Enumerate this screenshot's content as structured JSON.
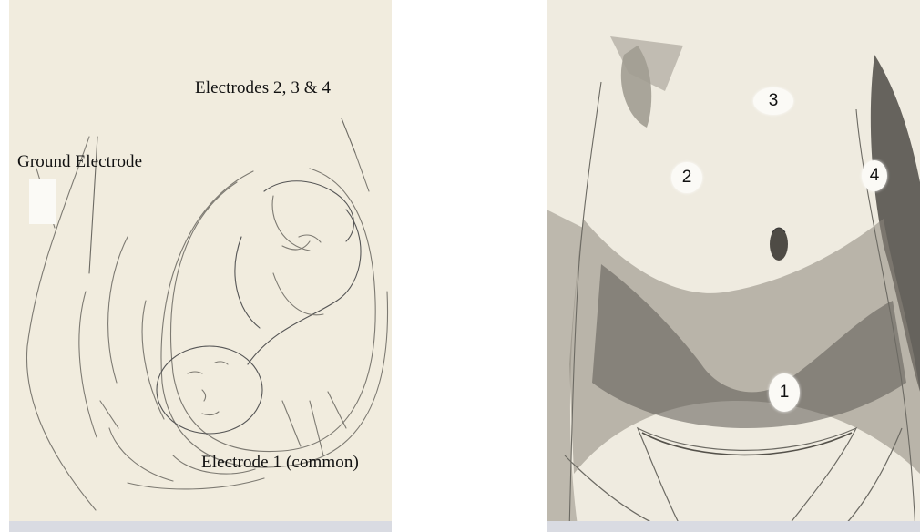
{
  "left_figure": {
    "labels": {
      "electrodes_234": "Electrodes 2, 3 & 4",
      "ground": "Ground Electrode",
      "electrode_1": "Electrode 1 (common)"
    }
  },
  "right_figure": {
    "markers": [
      "1",
      "2",
      "3",
      "4"
    ]
  }
}
